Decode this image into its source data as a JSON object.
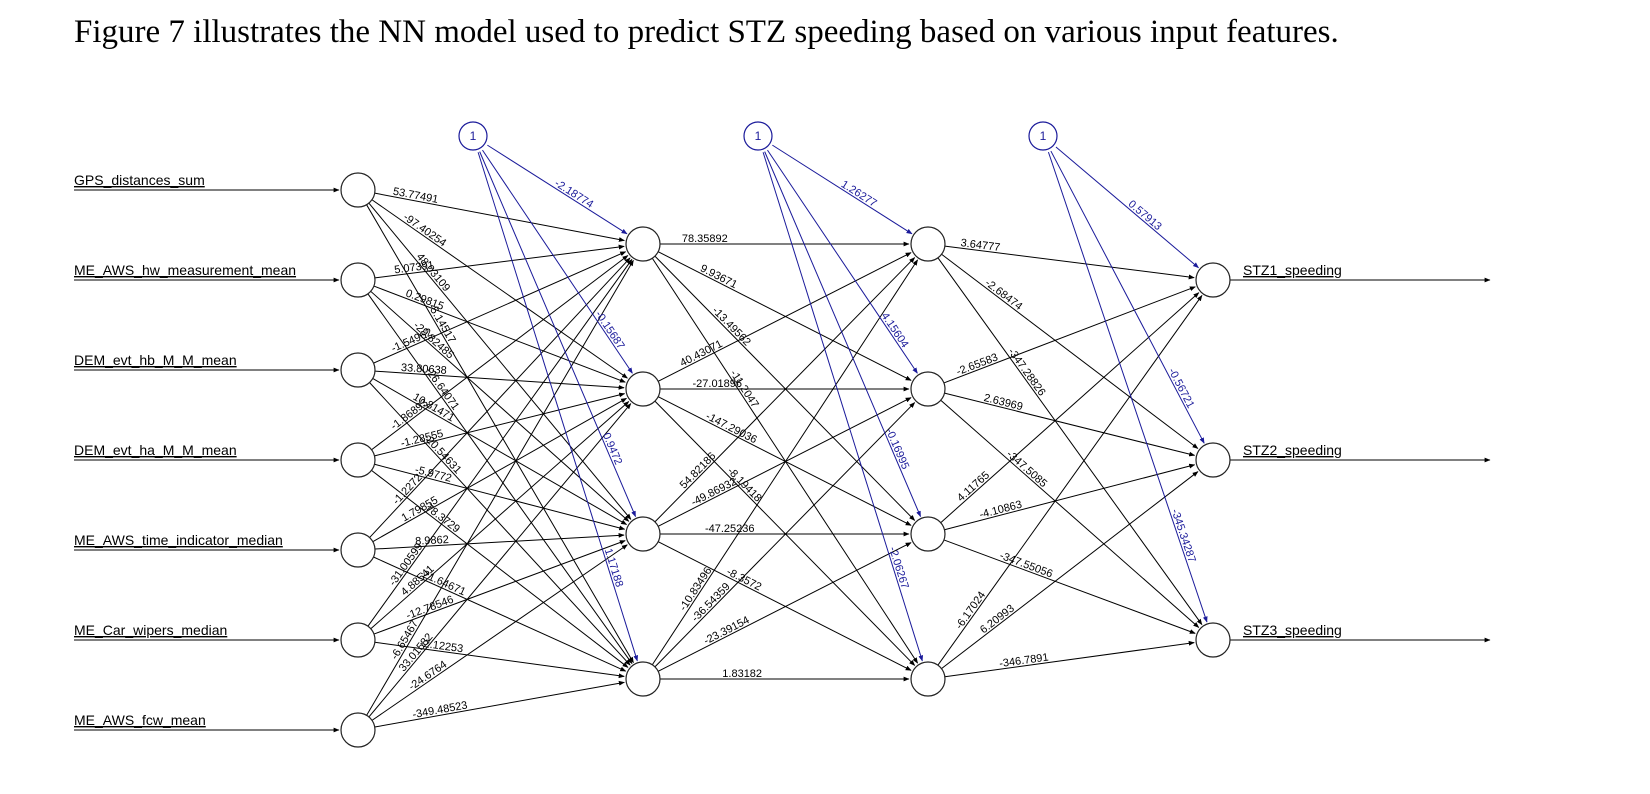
{
  "caption": "Figure 7 illustrates the NN model used to predict STZ speeding based on various input features.",
  "colors": {
    "weight_line": "#000000",
    "bias_line": "#1a1a9a",
    "node_stroke": "#222222",
    "bias_node_stroke": "#1a1a9a"
  },
  "network": {
    "inputs": [
      "GPS_distances_sum",
      "ME_AWS_hw_measurement_mean",
      "DEM_evt_hb_M_M_mean",
      "DEM_evt_ha_M_M_mean",
      "ME_AWS_time_indicator_median",
      "ME_Car_wipers_median",
      "ME_AWS_fcw_mean"
    ],
    "outputs": [
      "STZ1_speeding",
      "STZ2_speeding",
      "STZ3_speeding"
    ],
    "hidden_layers": [
      4,
      4
    ],
    "bias_label": "1",
    "weights_input_hidden1": [
      [
        "53.77491",
        "-97.40254",
        "48.03109",
        "-5.14517"
      ],
      [
        "5.07391",
        "0.29815",
        "-29.82485",
        "-26.64071"
      ],
      [
        "-1.54962",
        "33.80638",
        "10.81471",
        "-20.54631"
      ],
      [
        "-1.86893",
        "-1.28555",
        "-5.9772",
        "78.3729"
      ],
      [
        "-1.2272",
        "1.79855",
        "8.9862",
        "-21.64671"
      ],
      [
        "-31.00599",
        "4.88541",
        "-12.78546",
        "-2.12253"
      ],
      [
        "-6.65467",
        "33.01582",
        "-24.6764",
        "-349.48523"
      ]
    ],
    "bias_hidden1": [
      "-2.18774",
      "-0.15687",
      "0.9472",
      "1.17188"
    ],
    "weights_hidden1_hidden2": [
      [
        "78.35892",
        "9.93671",
        "-13.49562",
        "-11.2047"
      ],
      [
        "40.43071",
        "-27.01896",
        "-147.29036",
        "-8.19418"
      ],
      [
        "54.82186",
        "-49.86932",
        "-47.25236",
        "-8.3572"
      ],
      [
        "-10.83496",
        "-36.54359",
        "-23.39154",
        "1.83182"
      ]
    ],
    "bias_hidden2": [
      "1.26277",
      "4.15604",
      "-0.16995",
      "-2.06267"
    ],
    "weights_hidden2_output": [
      [
        "3.64777",
        "-2.68474",
        "-347.28826"
      ],
      [
        "-2.65583",
        "2.63969",
        "-347.5085"
      ],
      [
        "4.11765",
        "-4.10863",
        "-347.55056"
      ],
      [
        "-6.17024",
        "6.20993",
        "-346.7891"
      ]
    ],
    "bias_output": [
      "0.57913",
      "-0.56721",
      "-345.34287"
    ]
  }
}
